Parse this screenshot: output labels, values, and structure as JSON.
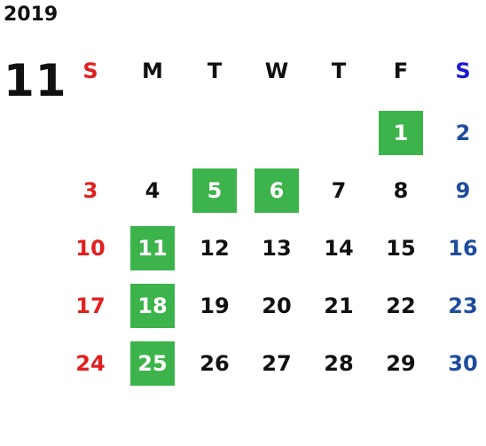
{
  "year": "2019",
  "month": "11",
  "weekdays": [
    "S",
    "M",
    "T",
    "W",
    "T",
    "F",
    "S"
  ],
  "colors": {
    "sunday": "#e02020",
    "saturday": "#1f4c9c",
    "saturday_header": "#1a1ad6",
    "highlight": "#3cb44b",
    "default": "#111111"
  },
  "weeks": [
    [
      null,
      null,
      null,
      null,
      null,
      "1",
      "2"
    ],
    [
      "3",
      "4",
      "5",
      "6",
      "7",
      "8",
      "9"
    ],
    [
      "10",
      "11",
      "12",
      "13",
      "14",
      "15",
      "16"
    ],
    [
      "17",
      "18",
      "19",
      "20",
      "21",
      "22",
      "23"
    ],
    [
      "24",
      "25",
      "26",
      "27",
      "28",
      "29",
      "30"
    ]
  ],
  "highlighted_days": [
    "1",
    "5",
    "6",
    "11",
    "18",
    "25"
  ]
}
